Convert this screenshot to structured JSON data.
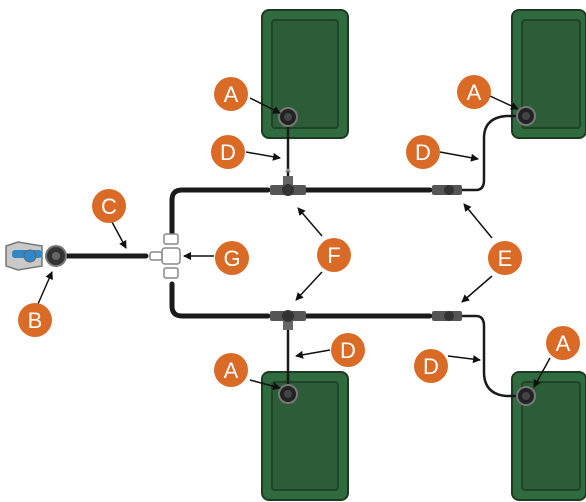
{
  "callout_color": "#d96b27",
  "bed_color": "#2f6b3e",
  "bed_inner_color": "#2c5d38",
  "bed_border_color": "#1c3b22",
  "tubing_color": "#1a1a1a",
  "faucet_accent_color": "#2f88c8",
  "labels": {
    "a": "A",
    "b": "B",
    "c": "C",
    "d": "D",
    "e": "E",
    "f": "F",
    "g": "G"
  },
  "icons": {
    "faucet": "faucet-icon",
    "splitter": "hose-splitter-icon",
    "tee": "tee-connector-icon",
    "coupling": "coupling-icon",
    "emitter": "drip-emitter-icon",
    "bed": "garden-bed-icon"
  }
}
